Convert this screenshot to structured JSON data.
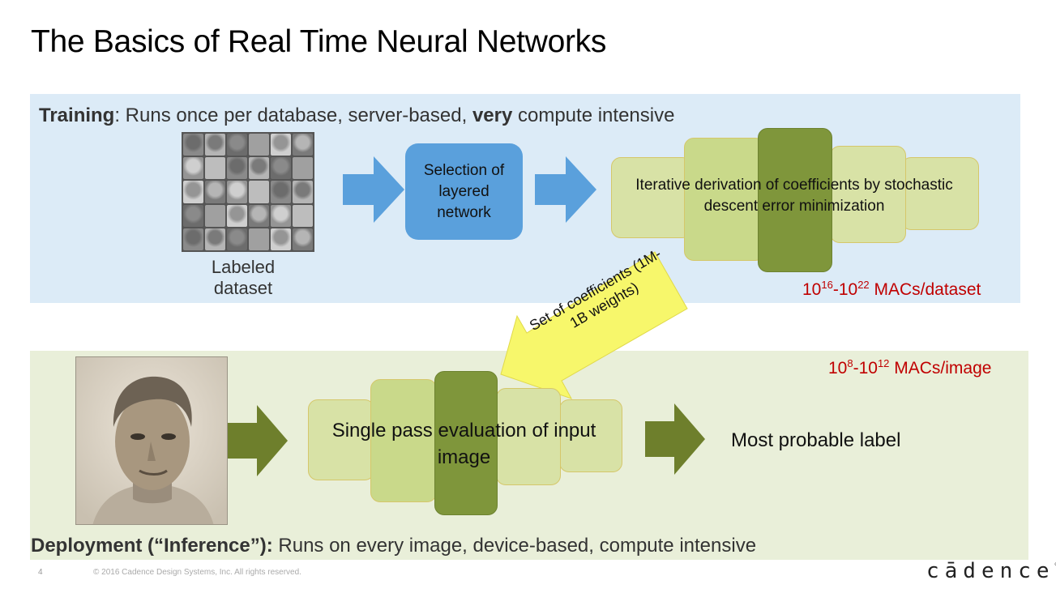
{
  "title": "The Basics of Real Time Neural Networks",
  "training": {
    "label_bold": "Training",
    "label_rest_1": ": Runs once per database, server-based, ",
    "label_emph": "very",
    "label_rest_2": " compute intensive",
    "dataset_label": "Labeled dataset",
    "selection_box": "Selection of layered network",
    "iterative_box": "Iterative derivation of coefficients by stochastic descent error minimization",
    "mac_base_1": "10",
    "mac_exp_1": "16",
    "mac_sep": "-10",
    "mac_exp_2": "22",
    "mac_unit": " MACs/dataset"
  },
  "coefficients": {
    "label": "Set of coefficients (1M-1B weights)"
  },
  "deployment": {
    "label_bold": "Deployment (“Inference”):",
    "label_rest": " Runs on every image, device-based, compute intensive",
    "evaluation_box": "Single pass evaluation of input image",
    "result_label": "Most probable label",
    "mac_base_1": "10",
    "mac_exp_1": "8",
    "mac_sep": "-10",
    "mac_exp_2": "12",
    "mac_unit": " MACs/image"
  },
  "footer": {
    "page_number": "4",
    "copyright": "© 2016 Cadence Design Systems, Inc. All rights reserved.",
    "logo": "cādence",
    "logo_mark": "®"
  },
  "colors": {
    "training_bg": "#dcebf7",
    "deploy_bg": "#e9efd9",
    "training_arrow": "#5aa0dc",
    "deploy_arrow": "#6e7f2c",
    "mac_text": "#c00000",
    "coef_arrow": "#f7f76b"
  },
  "icons": {
    "training_arrow": "right-arrow-icon",
    "deploy_arrow": "right-arrow-icon",
    "coef_arrow": "down-left-arrow-icon"
  }
}
